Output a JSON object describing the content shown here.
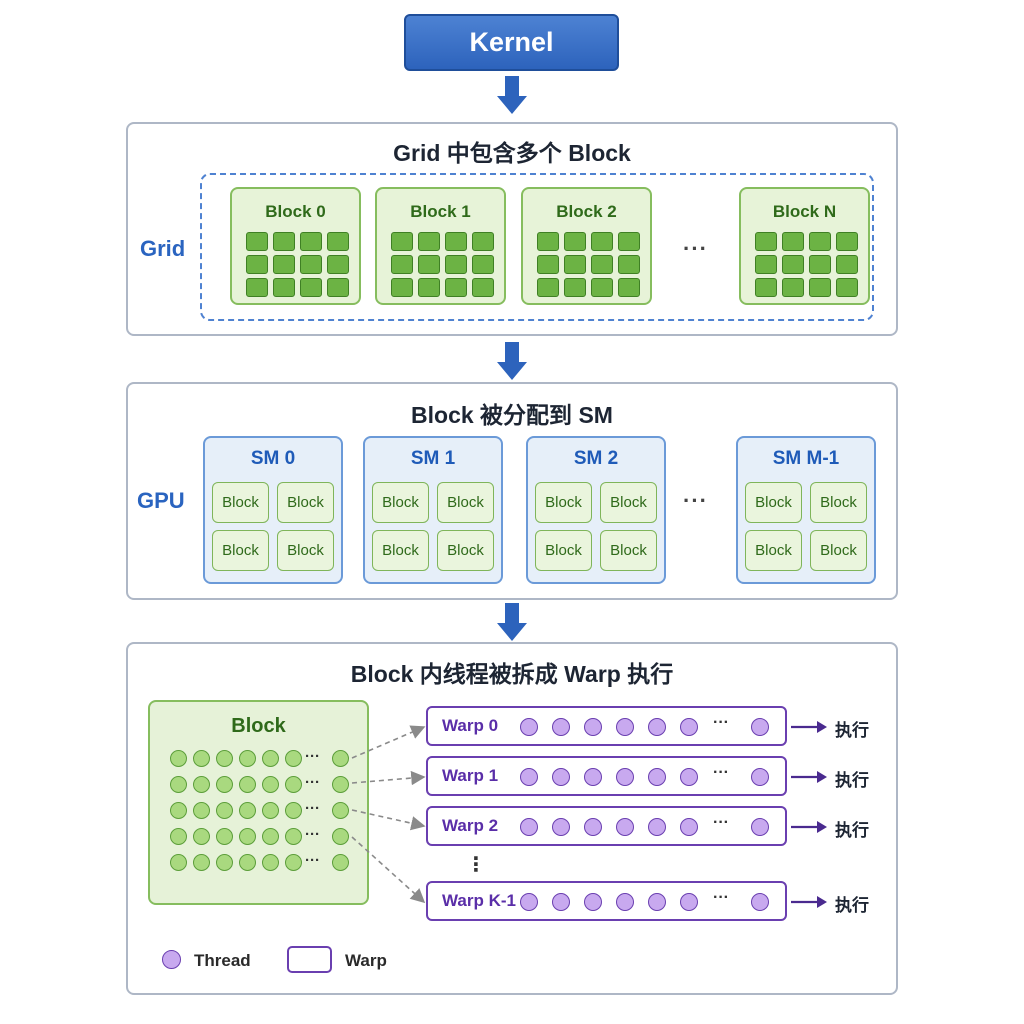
{
  "kernel": {
    "label": "Kernel"
  },
  "grid_panel": {
    "title": "Grid 中包含多个 Block",
    "side_label": "Grid",
    "blocks": [
      "Block 0",
      "Block 1",
      "Block 2",
      "Block N"
    ],
    "ellipsis": "···"
  },
  "gpu_panel": {
    "title": "Block 被分配到 SM",
    "side_label": "GPU",
    "sms": [
      "SM 0",
      "SM 1",
      "SM 2",
      "SM M-1"
    ],
    "block_label": "Block",
    "ellipsis": "···"
  },
  "warp_panel": {
    "title": "Block 内线程被拆成 Warp 执行",
    "block_label": "Block",
    "warps": [
      "Warp 0",
      "Warp 1",
      "Warp 2",
      "Warp K-1"
    ],
    "exec_label": "执行",
    "ellipsis": "···",
    "vertical_ellipsis": "⋮"
  },
  "legend": {
    "thread": "Thread",
    "warp": "Warp"
  },
  "colors": {
    "kernel_blue": "#2d63bc",
    "block_green": "#6cb344",
    "sm_blue": "#6b9ad8",
    "warp_purple": "#6a3fb0",
    "thread_purple": "#c8a9ef"
  }
}
